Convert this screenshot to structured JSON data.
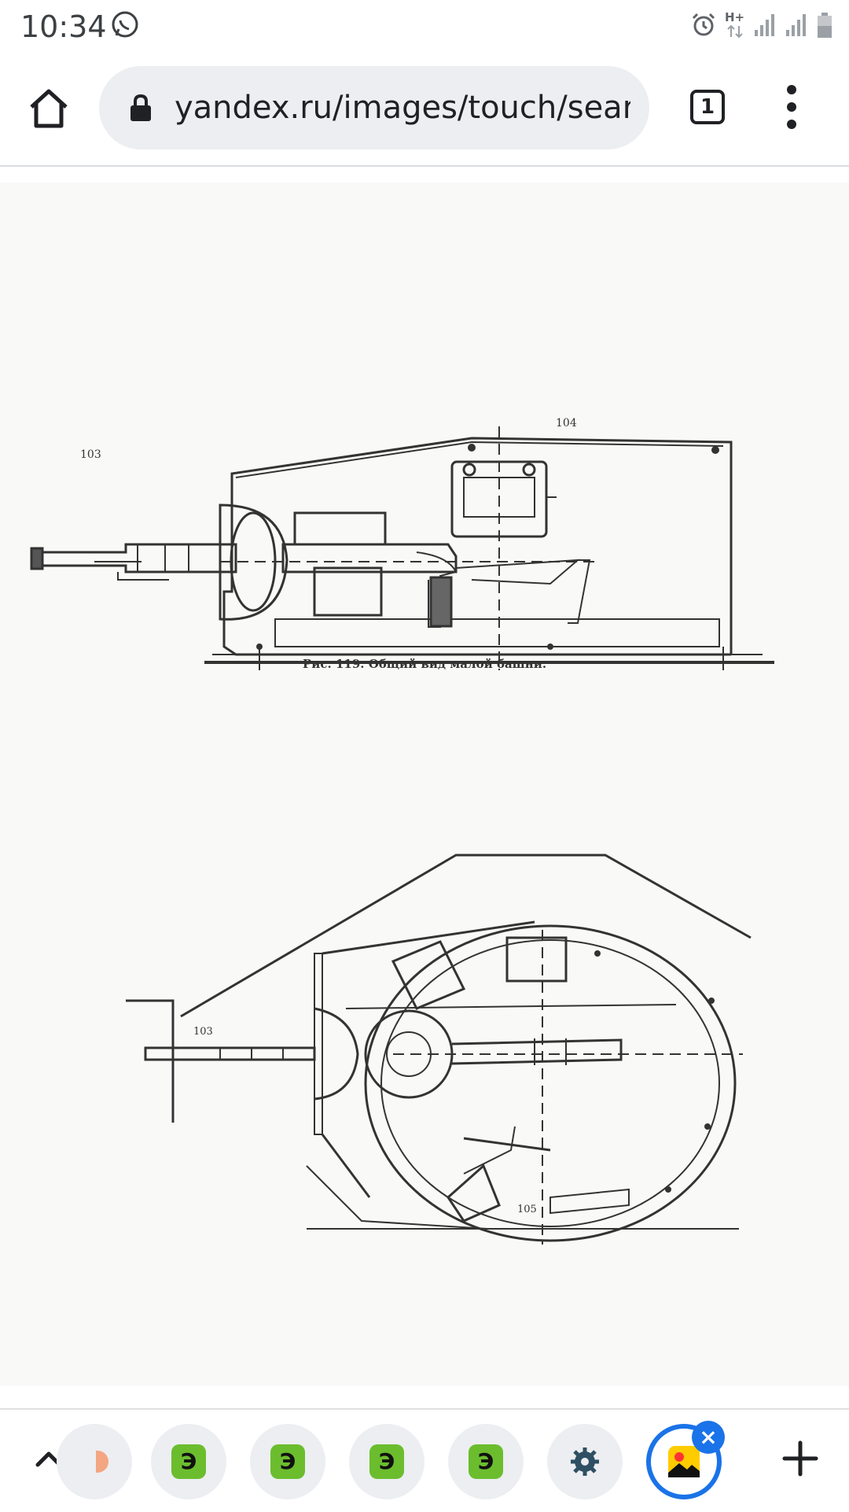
{
  "status_bar": {
    "time": "10:34",
    "network_label": "H+",
    "icons": [
      "whatsapp-icon",
      "alarm-icon",
      "data-arrows-icon",
      "signal-icon",
      "signal-icon",
      "battery-icon"
    ]
  },
  "toolbar": {
    "url": "yandex.ru/images/touch/search",
    "tab_count": "1",
    "icons": [
      "home-icon",
      "lock-icon",
      "tab-switcher-icon",
      "more-vert-icon"
    ]
  },
  "document": {
    "caption": "Рис. 119. Общий вид малой башни.",
    "callouts": [
      "103",
      "104",
      "103",
      "105"
    ]
  },
  "bottom_bar": {
    "tabs": [
      {
        "favicon": "partial-icon"
      },
      {
        "favicon": "yandex-zen-icon",
        "glyph": "Э"
      },
      {
        "favicon": "yandex-zen-icon",
        "glyph": "Э"
      },
      {
        "favicon": "yandex-zen-icon",
        "glyph": "Э"
      },
      {
        "favicon": "yandex-zen-icon",
        "glyph": "Э"
      },
      {
        "favicon": "settings-gear-icon"
      },
      {
        "favicon": "yandex-images-icon",
        "active": true
      }
    ],
    "close_label": "×",
    "colors": {
      "accent": "#1a73e8",
      "favicon_green": "#6bbd2e"
    }
  }
}
